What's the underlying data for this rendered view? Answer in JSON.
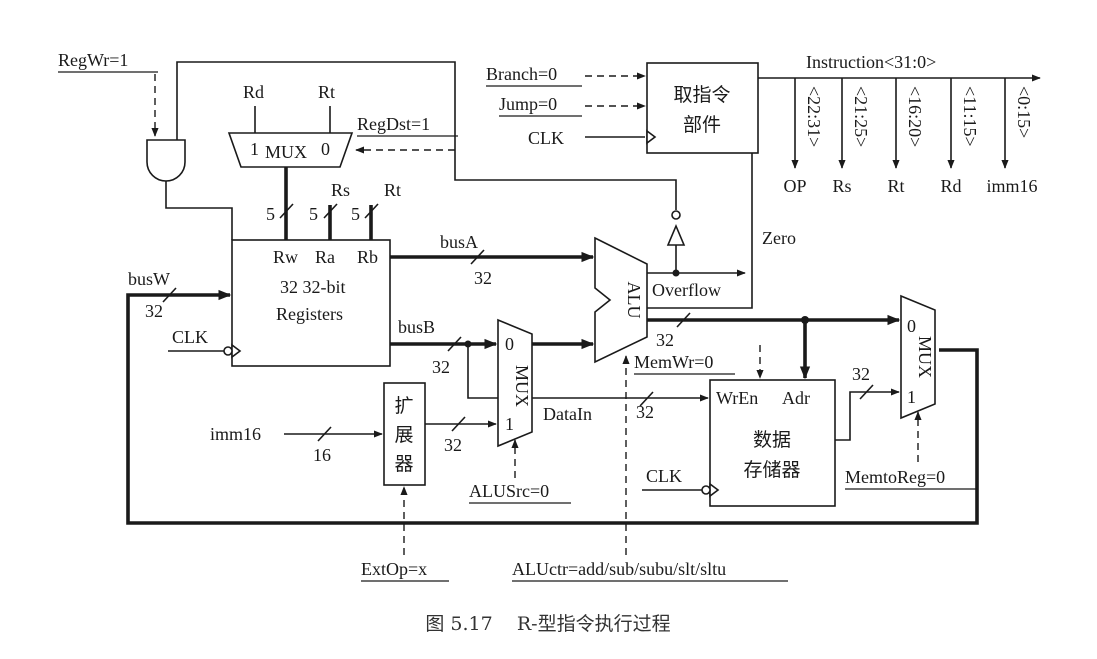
{
  "controls": {
    "regwr": "RegWr=1",
    "regdst": "RegDst=1",
    "branch": "Branch=0",
    "jump": "Jump=0",
    "memwr": "MemWr=0",
    "memtoreg": "MemtoReg=0",
    "alusrc": "ALUSrc=0",
    "extop": "ExtOp=x",
    "aluctr": "ALUctr=add/sub/subu/slt/sltu"
  },
  "ifu": {
    "line1": "取指令",
    "line2": "部件",
    "clk": "CLK"
  },
  "instruction": {
    "label": "Instruction<31:0>",
    "fields": [
      {
        "bits": "<22:31>",
        "name": "OP"
      },
      {
        "bits": "<21:25>",
        "name": "Rs"
      },
      {
        "bits": "<16:20>",
        "name": "Rt"
      },
      {
        "bits": "<11:15>",
        "name": "Rd"
      },
      {
        "bits": "<0:15>",
        "name": "imm16"
      }
    ]
  },
  "regdst_mux": {
    "label": "MUX",
    "in1": "1",
    "in0": "0",
    "rd": "Rd",
    "rt": "Rt"
  },
  "regfile": {
    "line1": "32 32-bit",
    "line2": "Registers",
    "rw": "Rw",
    "ra": "Ra",
    "rb": "Rb",
    "rs_in": "Rs",
    "rt_in": "Rt",
    "width5": "5",
    "clk": "CLK"
  },
  "buses": {
    "busw": "busW",
    "busw_width": "32",
    "busa": "busA",
    "busa_width": "32",
    "busb": "busB",
    "busb_width": "32",
    "alu_out_width": "32",
    "datain": "DataIn",
    "datain_width": "32",
    "mem_out_width": "32",
    "imm16": "imm16",
    "imm16_width": "16",
    "ext_out_width": "32"
  },
  "alu": {
    "label": "ALU",
    "zero": "Zero",
    "overflow": "Overflow"
  },
  "alusrc_mux": {
    "label": "MUX",
    "in0": "0",
    "in1": "1"
  },
  "extender": {
    "c1": "扩",
    "c2": "展",
    "c3": "器"
  },
  "datamem": {
    "wren": "WrEn",
    "adr": "Adr",
    "line1": "数据",
    "line2": "存储器",
    "clk": "CLK"
  },
  "memtoreg_mux": {
    "label": "MUX",
    "in0": "0",
    "in1": "1"
  },
  "caption": "图 5.17    R-型指令执行过程"
}
